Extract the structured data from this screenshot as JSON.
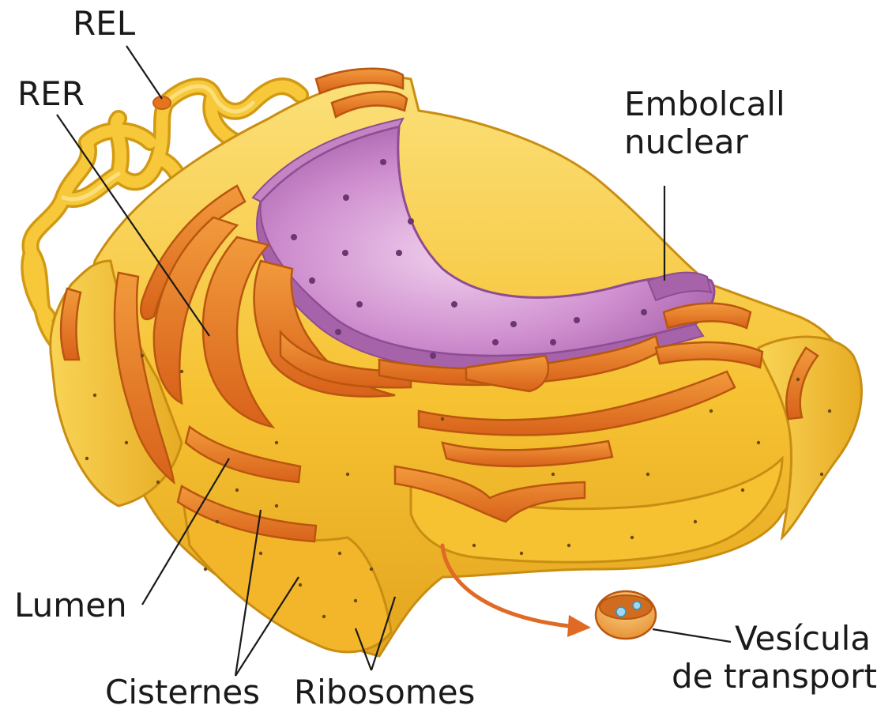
{
  "labels": {
    "rel": "REL",
    "rer": "RER",
    "embolcall_line1": "Embolcall",
    "embolcall_line2": "nuclear",
    "lumen": "Lumen",
    "cisternes": "Cisternes",
    "ribosomes": "Ribosomes",
    "vesicula_line1": "Vesícula",
    "vesicula_line2": "de transport"
  },
  "colors": {
    "er_yellow": "#f6c232",
    "er_yellow_light": "#fbe07a",
    "er_yellow_dark": "#e0a11c",
    "lumen_orange": "#e8731f",
    "lumen_orange_light": "#f29a3c",
    "nucleus_purple": "#b86bb8",
    "nucleus_purple_light": "#e2b4df",
    "nucleus_purple_dark": "#8e4c92",
    "arrow_orange": "#e06a25",
    "leader_line": "#1a1a1a"
  }
}
